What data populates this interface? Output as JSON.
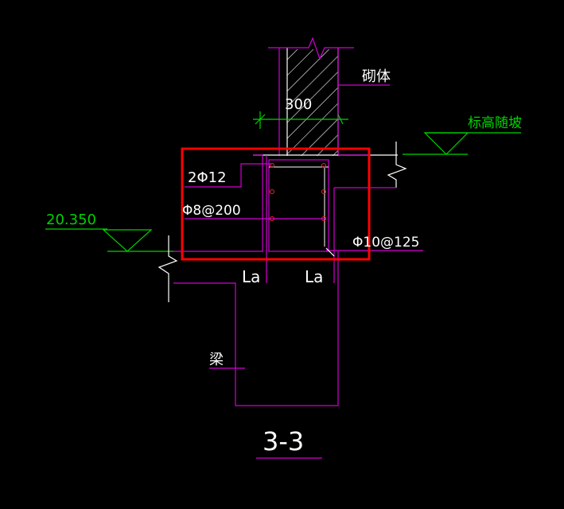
{
  "colors": {
    "background": "#000000",
    "magenta": "#d200d2",
    "white": "#ffffff",
    "green": "#00d200",
    "red": "#ff2020",
    "highlight": "#ff0000"
  },
  "labels": {
    "masonry": "砌体",
    "wall_width": "300",
    "elevation_note": "标高随坡",
    "slab_elevation": "20.350",
    "top_bars": "2Φ12",
    "stirrup": "Φ8@200",
    "slab_bars": "Φ10@125",
    "anchor_left": "La",
    "anchor_right": "La",
    "beam": "梁",
    "section_title": "3-3"
  }
}
